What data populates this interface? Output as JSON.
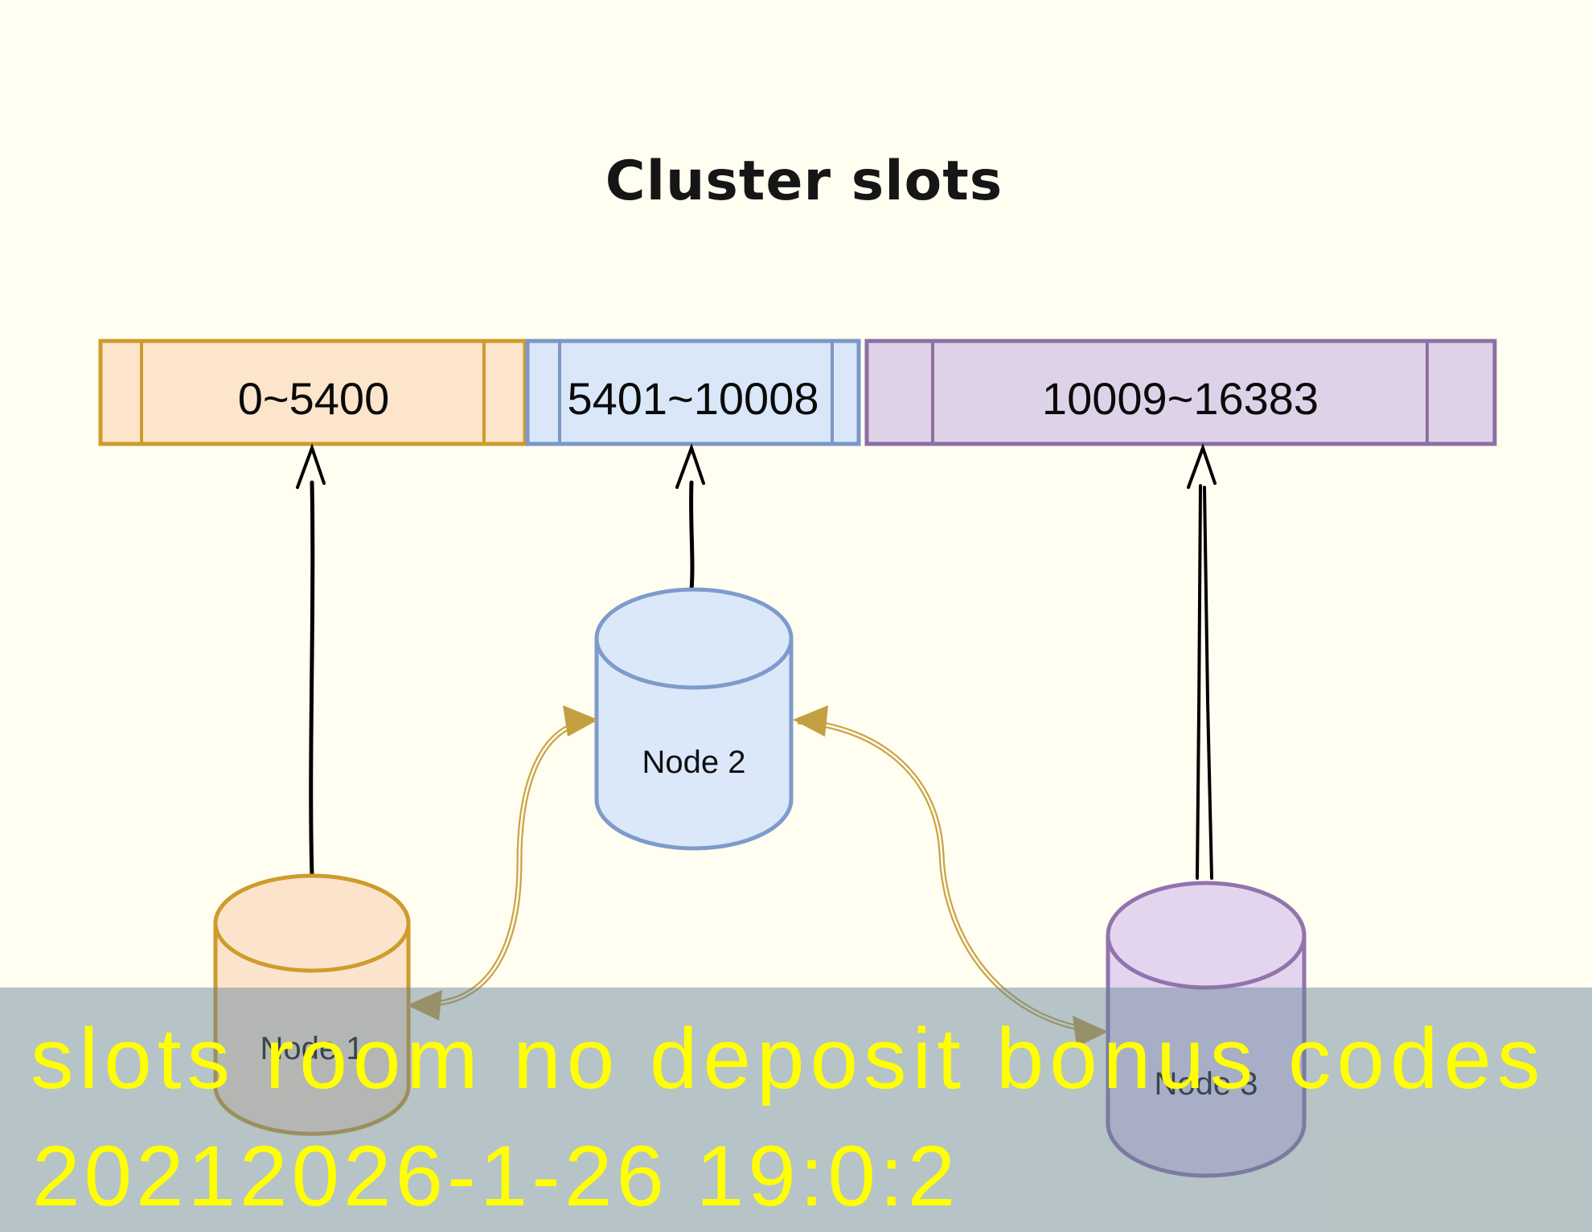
{
  "title": "Cluster slots",
  "slot_bar": {
    "segments": [
      {
        "label": "0~5400",
        "fill": "#FCE5CB",
        "border": "#CE9B2D"
      },
      {
        "label": "5401~10008",
        "fill": "#D9E7F8",
        "border": "#7B97C6"
      },
      {
        "label": "10009~16383",
        "fill": "#DED2E8",
        "border": "#8E6FA4"
      }
    ]
  },
  "nodes": [
    {
      "label": "Node 1",
      "fill": "#FCE4CC",
      "stroke": "#CE9B2D"
    },
    {
      "label": "Node 2",
      "fill": "#DBE8FA",
      "stroke": "#7E9BCB"
    },
    {
      "label": "Node 3",
      "fill": "#E3D5EE",
      "stroke": "#9273AD"
    }
  ],
  "arrows": {
    "black_color": "#000000",
    "gold_color": "#CBA449",
    "gold_head_color": "#C49F40",
    "gap_color": "#FFFEF1"
  },
  "watermark": {
    "line1": "slots room no deposit bonus codes",
    "line2": "20212026-1-26 19:0:2",
    "text_color": "#FFFF00",
    "overlay_color": "rgba(100,130,150,0.47)"
  },
  "background": "#FFFEF1"
}
